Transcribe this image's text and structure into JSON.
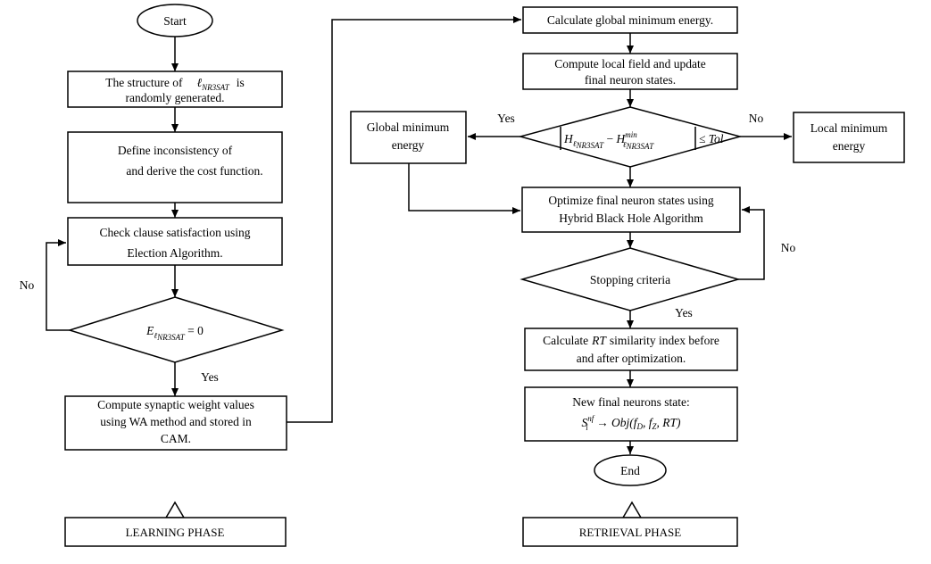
{
  "nodes": {
    "start": "Start",
    "generate": {
      "line1a": "The structure of",
      "symbol": "ℓ",
      "sub": "NR3SAT",
      "line1b": "is",
      "line2": "randomly generated."
    },
    "define": {
      "line1": "Define inconsistency of",
      "line2": "and derive the cost function."
    },
    "check": {
      "line1": "Check clause satisfaction using",
      "line2": "Election Algorithm."
    },
    "cond_e": {
      "symbol": "E",
      "sub": "ℓ",
      "subsub": "NR3SAT",
      "rhs": " = 0"
    },
    "synaptic": {
      "line1": "Compute synaptic weight values",
      "line2": "using WA method and stored in",
      "line3": "CAM."
    },
    "global_calc": "Calculate global minimum energy.",
    "local_field": {
      "line1": "Compute local field and update",
      "line2": "final neuron states."
    },
    "tol": {
      "h1": "H",
      "h1sub": "ℓ",
      "h1subsub": "NR3SAT",
      "minus": " − ",
      "h2": "H",
      "h2sup": "min",
      "h2sub": "ℓ",
      "h2subsub": "NR3SAT",
      "rhs": "≤ Tol"
    },
    "global_energy": {
      "line1": "Global minimum",
      "line2": "energy"
    },
    "local_energy": {
      "line1": "Local minimum",
      "line2": "energy"
    },
    "optimize": {
      "line1": "Optimize final neuron states using",
      "line2": "Hybrid Black Hole Algorithm"
    },
    "stopping": "Stopping criteria",
    "rt": {
      "line1a": "Calculate",
      "rt": "RT",
      "line1b": "similarity index before",
      "line2": "and after optimization."
    },
    "newstate": {
      "line1": "New final neurons state:",
      "formula": "S",
      "sup": "nf",
      "sub": "i",
      "arrow": " → ",
      "obj": "Obj(f",
      "fd": "D",
      "mid": ", f",
      "fz": "Z",
      "end": ", RT)"
    },
    "end": "End"
  },
  "edge_labels": {
    "no_left": "No",
    "yes_e": "Yes",
    "yes_global": "Yes",
    "no_local": "No",
    "no_loop": "No",
    "yes_stop": "Yes"
  },
  "phases": {
    "learning": "LEARNING PHASE",
    "retrieval": "RETRIEVAL PHASE"
  }
}
